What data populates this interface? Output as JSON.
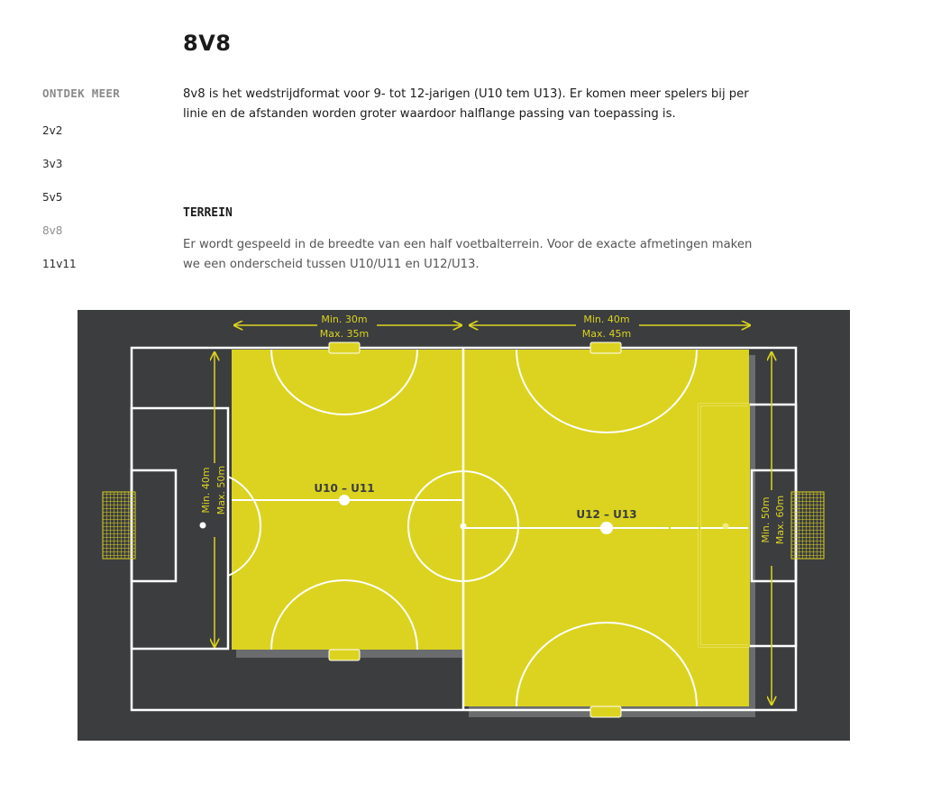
{
  "page": {
    "title": "8V8",
    "intro": "8v8 is het wedstrijdformat voor 9- tot 12-jarigen (U10 tem U13). Er komen meer spelers bij per linie en de afstanden worden groter waardoor halflange passing van toepassing is."
  },
  "sidebar": {
    "heading": "ONTDEK MEER",
    "items": [
      {
        "label": "2v2"
      },
      {
        "label": "3v3"
      },
      {
        "label": "5v5"
      },
      {
        "label": "8v8",
        "active": true
      },
      {
        "label": "11v11"
      }
    ]
  },
  "terrain": {
    "heading": "TERREIN",
    "text": "Er wordt gespeeld in de breedte van een half voetbalterrein. Voor de exacte afmetingen maken we een onderscheid tussen U10/U11 en U12/U13."
  },
  "figure": {
    "colors": {
      "background": "#3b3d3f",
      "field": "#dcd320",
      "lines": "#ffffff"
    },
    "labels": {
      "width_small_min": "Min. 30m",
      "width_small_max": "Max. 35m",
      "width_large_min": "Min. 40m",
      "width_large_max": "Max. 45m",
      "length_small_min": "Min. 40m",
      "length_small_max": "Max. 50m",
      "length_large_min": "Min. 50m",
      "length_large_max": "Max. 60m",
      "field_small": "U10 – U11",
      "field_large": "U12 – U13"
    }
  }
}
